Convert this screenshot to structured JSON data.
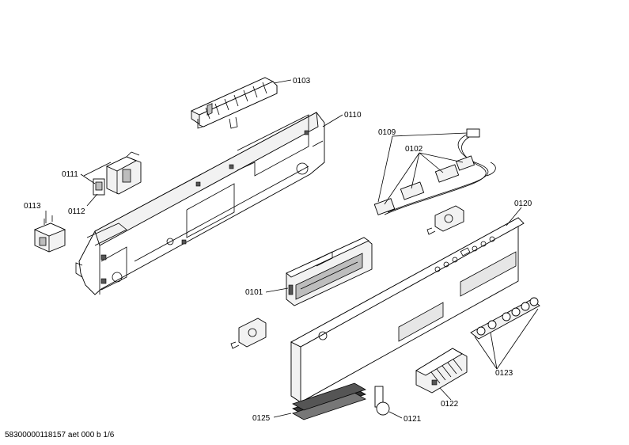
{
  "parts": {
    "p0103": "0103",
    "p0110": "0110",
    "p0109": "0109",
    "p0102": "0102",
    "p0111": "0111",
    "p0112": "0112",
    "p0113": "0113",
    "p0120": "0120",
    "p0101": "0101",
    "p0123": "0123",
    "p0122": "0122",
    "p0125": "0125",
    "p0121": "0121"
  },
  "footer": {
    "doc_id": "58300000118157 aet 000 b 1/6"
  }
}
